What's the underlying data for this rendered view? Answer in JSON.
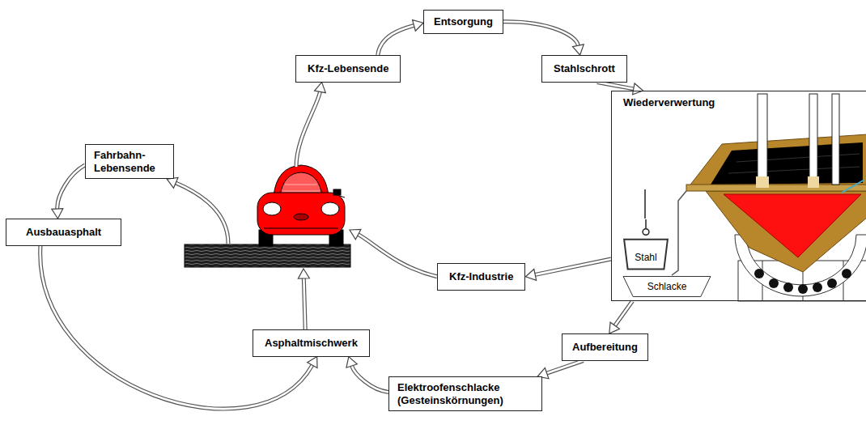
{
  "diagram": {
    "nodes": [
      {
        "text": [
          "Entsorgung"
        ]
      },
      {
        "text": [
          "Kfz-Lebensende"
        ]
      },
      {
        "text": [
          "Stahlschrott"
        ]
      },
      {
        "text": [
          "Wiederverwertung"
        ]
      },
      {
        "text": [
          "Stahl"
        ],
        "in": 3
      },
      {
        "text": [
          "Schlacke"
        ],
        "in": 3
      },
      {
        "text": [
          "Fahrbahn- Lebensende"
        ]
      },
      {
        "text": [
          "Ausbauasphalt"
        ]
      },
      {
        "text": [
          "Kfz-Industrie"
        ]
      },
      {
        "text": [
          "Aufbereitung"
        ]
      },
      {
        "text": [
          "Asphaltmischwerk"
        ]
      },
      {
        "text": [
          "Elektroofenschlacke (Gesteinskörnungen)"
        ]
      }
    ],
    "edges": [
      {
        "from": 1,
        "to": 0,
        "arrow": "to"
      },
      {
        "from": 0,
        "to": 2,
        "arrow": "to"
      },
      {
        "from": 2,
        "to": 3,
        "arrow": "to"
      },
      {
        "from": 3,
        "to": 8,
        "arrow": "to"
      },
      {
        "from": 3,
        "to": 9,
        "arrow": "to"
      },
      {
        "from": 9,
        "to": 11,
        "arrow": "to"
      },
      {
        "from": 11,
        "to": 10,
        "arrow": "to"
      },
      {
        "from": 6,
        "to": 7,
        "arrow": "to"
      },
      {
        "from": 7,
        "to": 10,
        "arrow": "to"
      }
    ]
  }
}
